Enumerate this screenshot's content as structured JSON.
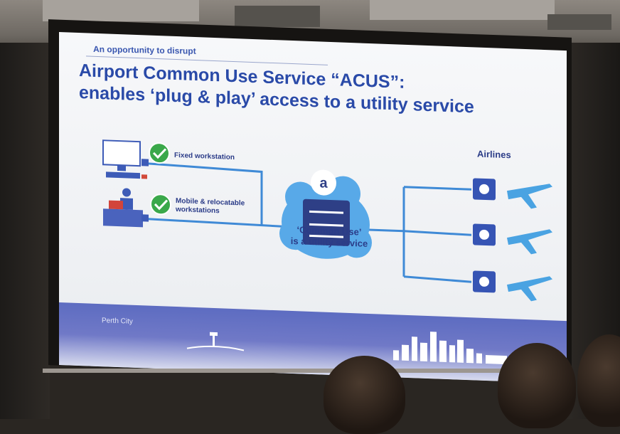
{
  "slide": {
    "kicker": "An opportunity to disrupt",
    "title_line1": "Airport Common Use Service “ACUS”:",
    "title_line2": "enables ‘plug & play’ access to a utility service",
    "fixed_workstation": "Fixed workstation",
    "mobile_line1": "Mobile &amp; relocatable",
    "mobile_line2": "workstations",
    "common_use_line1": "‘Common Use’",
    "common_use_line2": "is a utility service",
    "airlines": "Airlines",
    "cloud_logo": "a",
    "footer_label": "Perth City"
  },
  "colors": {
    "title_blue": "#2a4aa8",
    "line_blue": "#3f8ad6",
    "check_green": "#3aa84a",
    "footer_blue": "#6470c4"
  }
}
